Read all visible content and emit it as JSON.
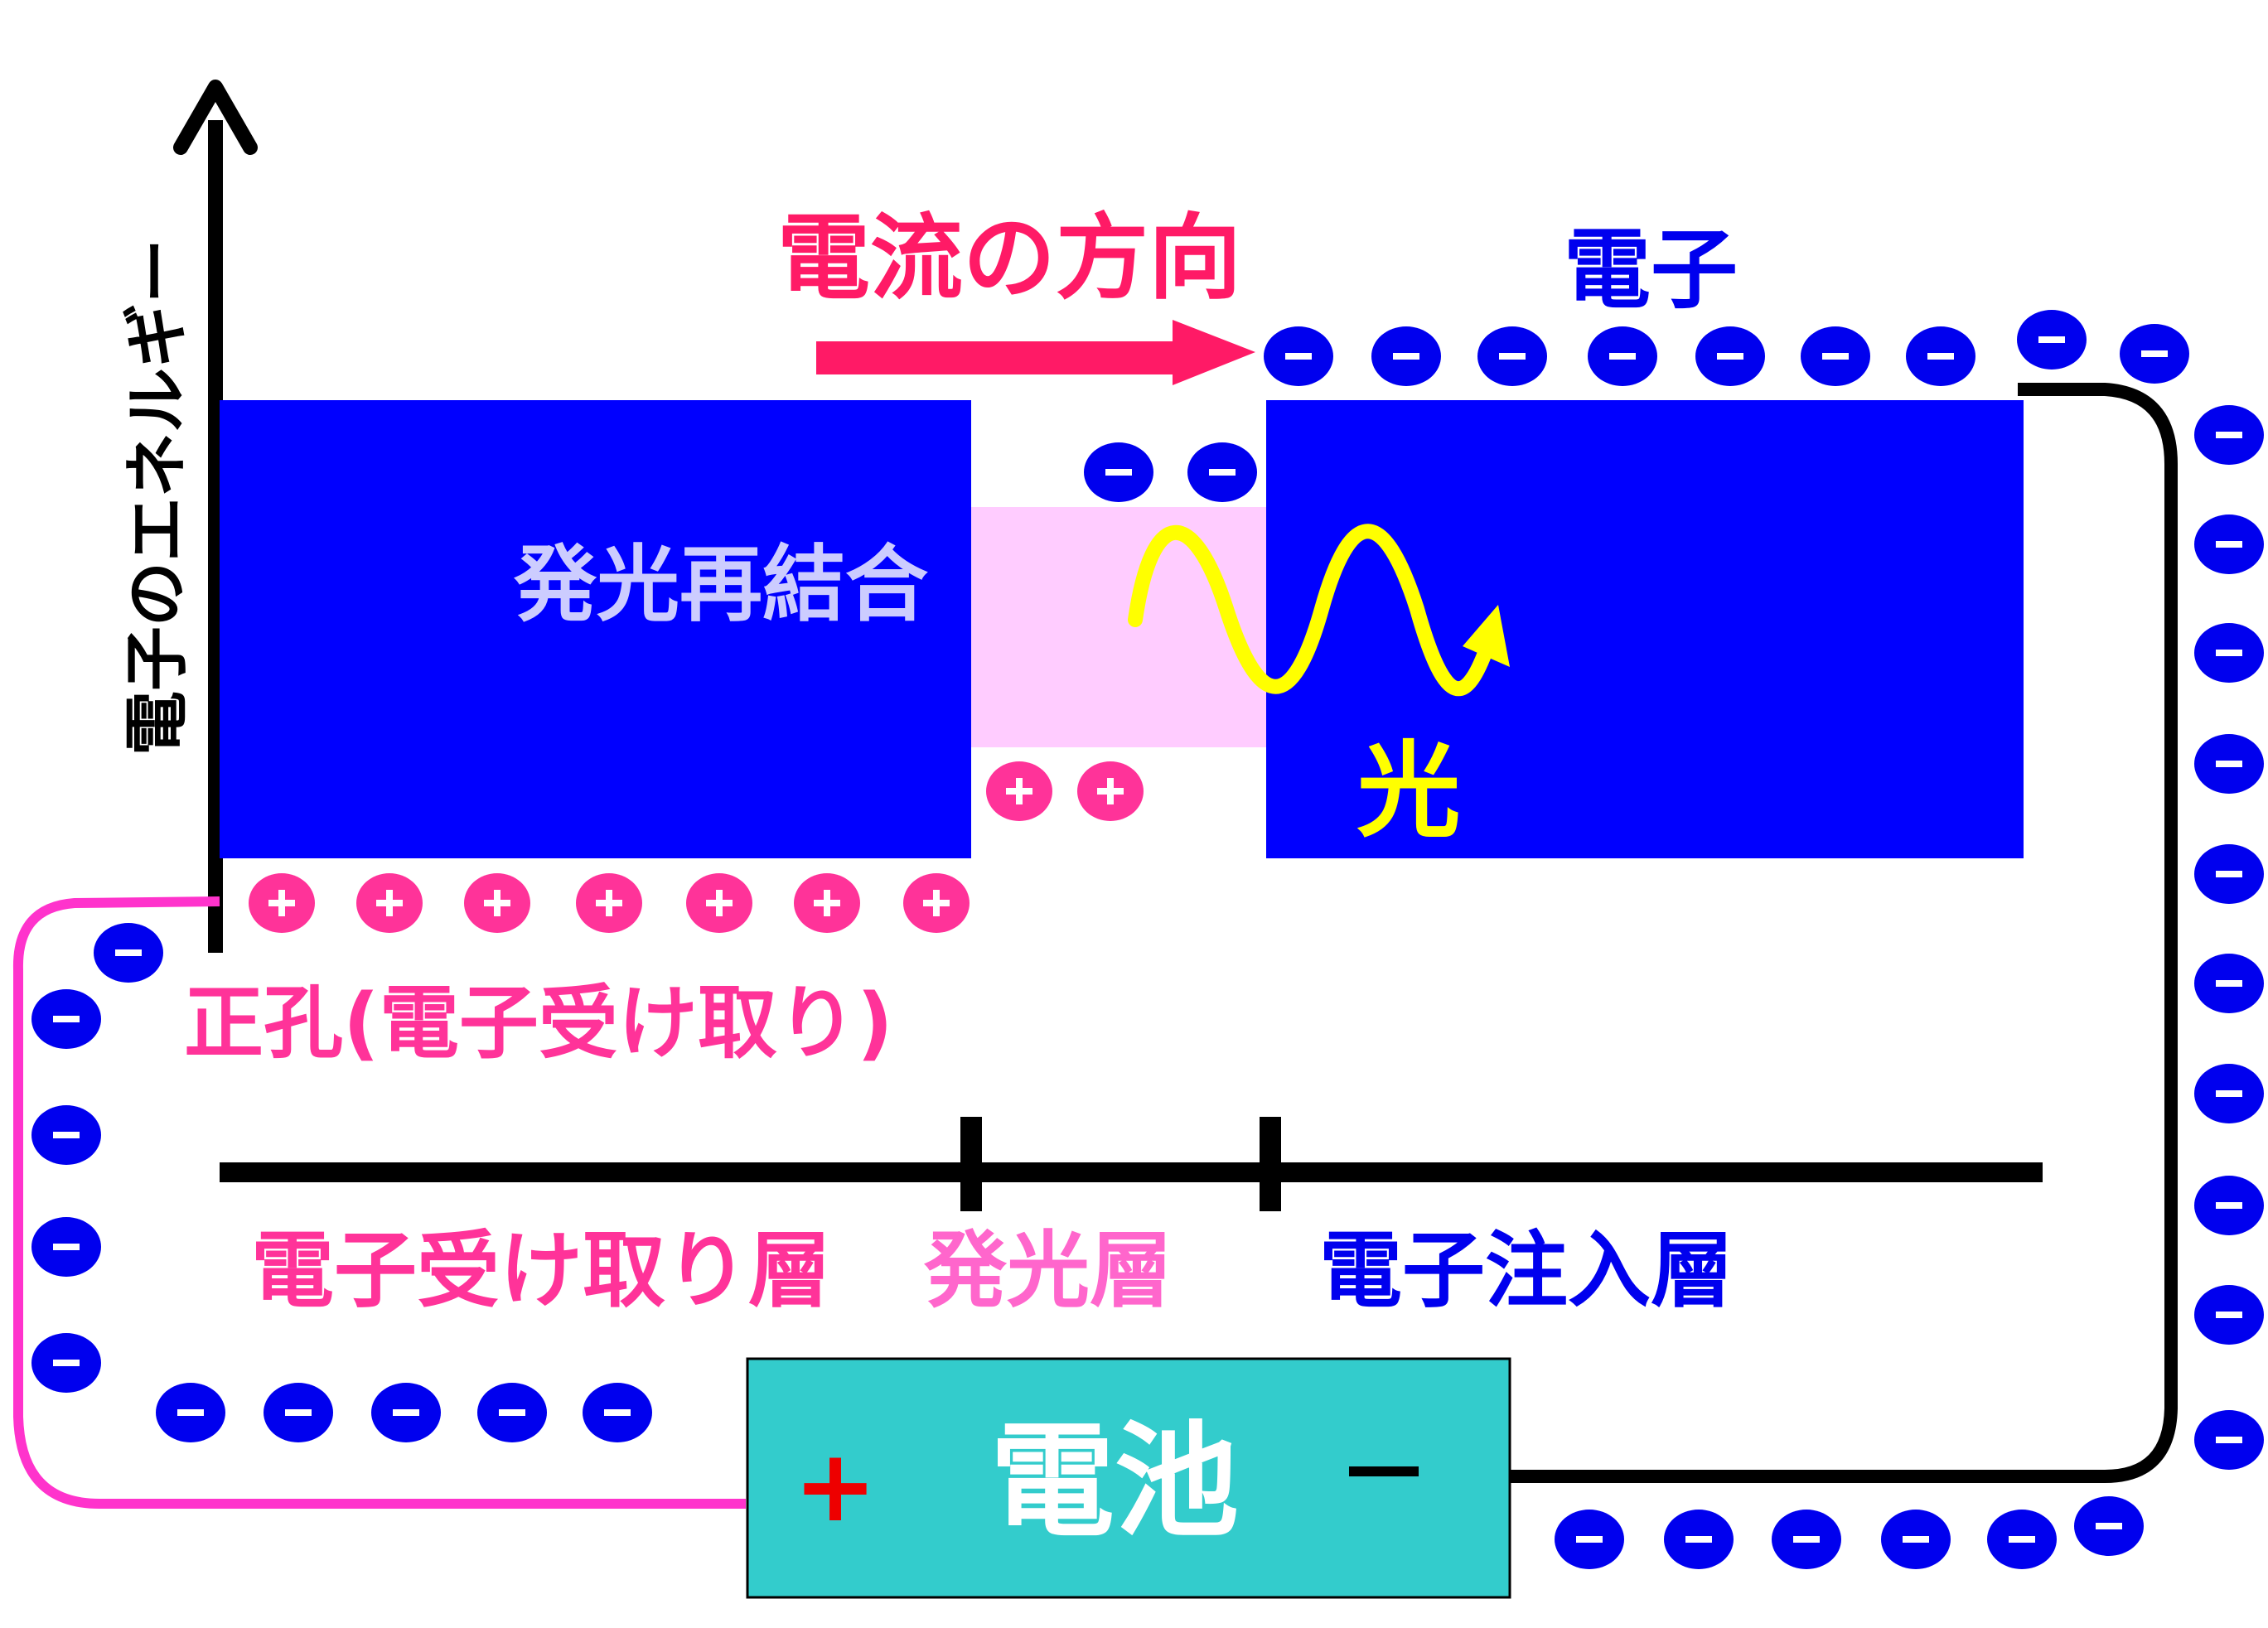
{
  "labels": {
    "axis": "電子のエネルギー",
    "current": "電流の方向",
    "electron": "電子",
    "recombination": "発光再結合",
    "light": "光",
    "hole": "正孔(電子受け取り)",
    "layer_acceptor": "電子受け取り層",
    "layer_emit": "発光層",
    "layer_inject": "電子注入層",
    "battery": "電池",
    "battery_plus": "+",
    "battery_minus": "−",
    "electron_sign": "−",
    "hole_sign": "+"
  },
  "colors": {
    "axis": "#000000",
    "band": "#0000ff",
    "emit_layer": "#ffccff",
    "current_arrow": "#ff1a66",
    "electron_text": "#0000ee",
    "hole_fill": "#ff3399",
    "pink_text": "#ff3399",
    "light_pink_text": "#ff66cc",
    "light_wave": "#ffff00",
    "recombination_text": "#ccccff",
    "battery_fill": "#33cccc",
    "battery_text": "#ffffff",
    "battery_plus": "#ee0000",
    "left_wire": "#ff33cc",
    "right_wire": "#000000"
  }
}
